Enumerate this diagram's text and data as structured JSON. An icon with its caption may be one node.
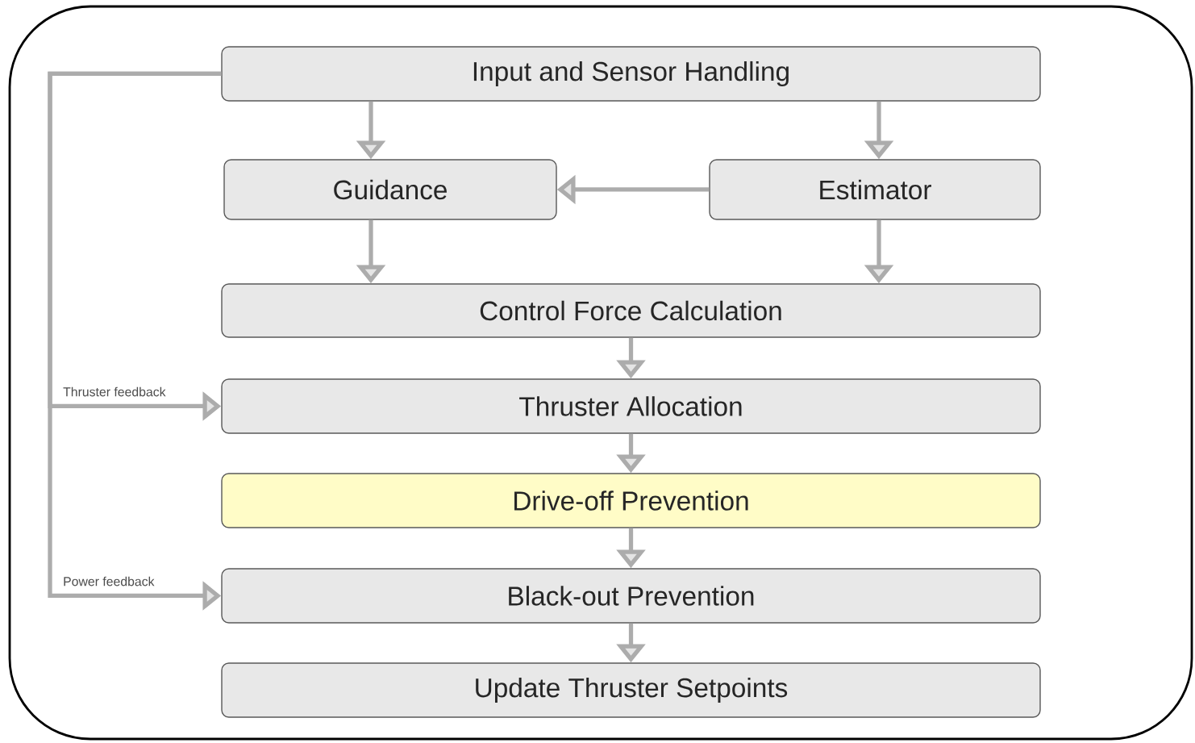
{
  "diagram": {
    "nodes": [
      {
        "text": [],
        "shape": "box"
      },
      {
        "text": [
          "Input and Sensor Handling"
        ],
        "in": 0
      },
      {
        "text": [
          "Guidance"
        ],
        "in": 0
      },
      {
        "text": [
          "Estimator"
        ],
        "in": 0
      },
      {
        "text": [
          "Control Force Calculation"
        ],
        "in": 0
      },
      {
        "text": [
          "Thruster Allocation"
        ],
        "in": 0
      },
      {
        "text": [
          "Drive-off Prevention"
        ],
        "in": 0
      },
      {
        "text": [
          "Black-out Prevention"
        ],
        "in": 0
      },
      {
        "text": [
          "Update Thruster Setpoints"
        ],
        "in": 0
      }
    ],
    "edges": [
      {
        "from": 1,
        "to": 2,
        "arrow": "to"
      },
      {
        "from": 1,
        "to": 3,
        "arrow": "to"
      },
      {
        "from": 3,
        "to": 2,
        "arrow": "to"
      },
      {
        "from": 2,
        "to": 4,
        "arrow": "to"
      },
      {
        "from": 3,
        "to": 4,
        "arrow": "to"
      },
      {
        "from": 4,
        "to": 5,
        "arrow": "to"
      },
      {
        "from": 5,
        "to": 6,
        "arrow": "to"
      },
      {
        "from": 6,
        "to": 7,
        "arrow": "to"
      },
      {
        "from": 7,
        "to": 8,
        "arrow": "to"
      },
      {
        "from": 1,
        "to": 5,
        "label": "Thruster feedback",
        "arrow": "to"
      },
      {
        "from": 1,
        "to": 7,
        "label": "Power feedback",
        "arrow": "to"
      }
    ]
  }
}
